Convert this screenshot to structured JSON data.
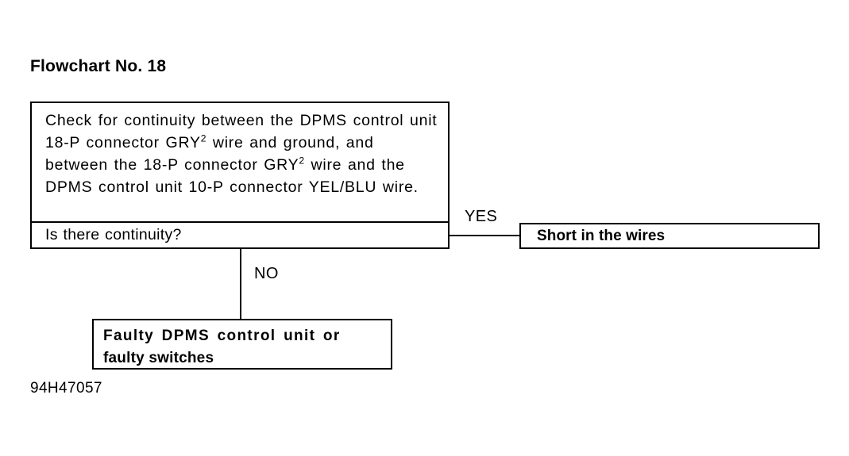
{
  "title": "Flowchart No. 18",
  "decision": {
    "statement_lines": [
      "Check for continuity between the DPMS",
      "control unit 18-P connector GRY",
      " wire and",
      "ground, and between the 18-P connector",
      "GRY",
      " wire and the DPMS control unit 10-P",
      "connector YEL/BLU wire."
    ],
    "statement_full": "Check for continuity between the DPMS control unit 18-P connector GRY2 wire and ground, and between the 18-P connector GRY2 wire and the DPMS control unit 10-P connector YEL/BLU wire.",
    "superscript": "2",
    "question": "Is there continuity?"
  },
  "branches": {
    "yes_label": "YES",
    "no_label": "NO"
  },
  "outcomes": {
    "yes_result": "Short in the wires",
    "no_result_line1": "Faulty DPMS control unit or",
    "no_result_line2": "faulty switches"
  },
  "reference_code": "94H47057",
  "colors": {
    "ink": "#000000",
    "paper": "#ffffff"
  }
}
